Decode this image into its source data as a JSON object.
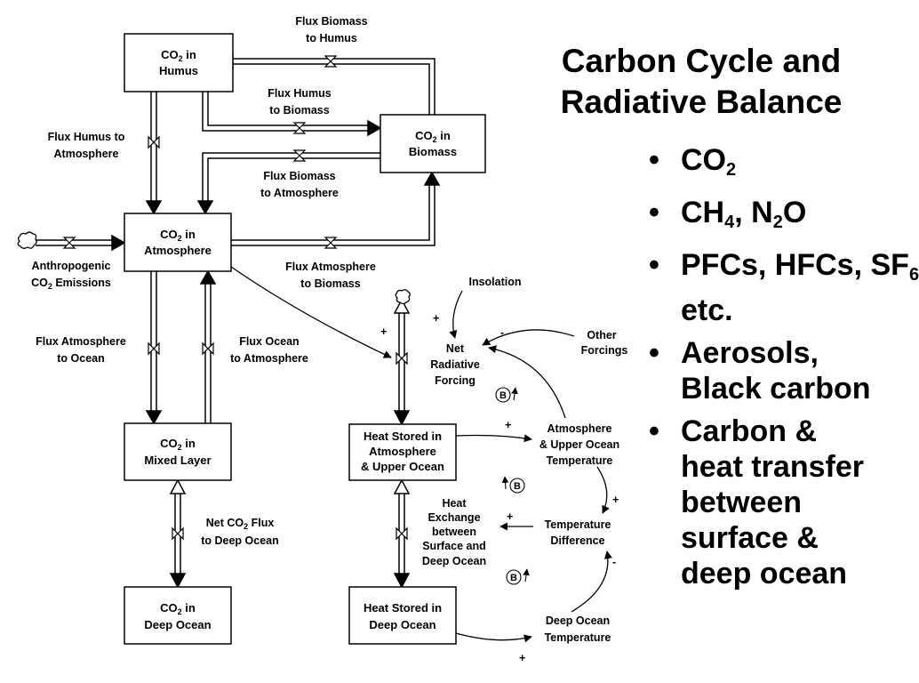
{
  "slide": {
    "title_line1": "Carbon Cycle and",
    "title_line2": "Radiative Balance",
    "bullet_char": "•",
    "bullets": [
      {
        "pre": "CO",
        "sub": "2"
      },
      {
        "pre": "CH",
        "sub": "4",
        "mid": ", N",
        "sub2": "2",
        "post": "O"
      },
      {
        "pre": "PFCs, HFCs, SF",
        "sub": "6",
        "line2": "etc."
      },
      {
        "line1": "Aerosols,",
        "line2": "Black carbon"
      },
      {
        "lines": [
          "Carbon &",
          "heat transfer",
          "between",
          "surface &",
          "deep ocean"
        ]
      }
    ]
  },
  "diagram": {
    "stocks": {
      "humus": {
        "l1": "CO",
        "l1sub": "2",
        "l1post": " in",
        "l2": "Humus"
      },
      "biomass": {
        "l1": "CO",
        "l1sub": "2",
        "l1post": " in",
        "l2": "Biomass"
      },
      "atmosphere": {
        "l1": "CO",
        "l1sub": "2",
        "l1post": " in",
        "l2": "Atmosphere"
      },
      "mixed": {
        "l1": "CO",
        "l1sub": "2",
        "l1post": " in",
        "l2": "Mixed Layer"
      },
      "deep": {
        "l1": "CO",
        "l1sub": "2",
        "l1post": " in",
        "l2": "Deep Ocean"
      },
      "heat_upper": {
        "l1": "Heat Stored in",
        "l2": "Atmosphere",
        "l3": "& Upper Ocean"
      },
      "heat_deep": {
        "l1": "Heat Stored in",
        "l2": "Deep Ocean"
      }
    },
    "flows": {
      "biomass_to_humus": {
        "l1": "Flux Biomass",
        "l2": "to Humus"
      },
      "humus_to_biomass": {
        "l1": "Flux Humus",
        "l2": "to Biomass"
      },
      "humus_to_atmosphere": {
        "l1": "Flux Humus to",
        "l2": "Atmosphere"
      },
      "biomass_to_atmosphere": {
        "l1": "Flux Biomass",
        "l2": "to Atmosphere"
      },
      "atmosphere_to_biomass": {
        "l1": "Flux Atmosphere",
        "l2": "to Biomass"
      },
      "anthropogenic": {
        "l1": "Anthropogenic",
        "l2": "CO",
        "l2sub": "2",
        "l2post": " Emissions"
      },
      "atmosphere_to_ocean": {
        "l1": "Flux Atmosphere",
        "l2": "to Ocean"
      },
      "ocean_to_atmosphere": {
        "l1": "Flux Ocean",
        "l2": "to Atmosphere"
      },
      "net_co2_flux": {
        "l1": "Net CO",
        "l1sub": "2",
        "l1post": " Flux",
        "l2": "to Deep Ocean"
      },
      "net_radiative_forcing": {
        "l1": "Net",
        "l2": "Radiative",
        "l3": "Forcing"
      },
      "heat_exchange": {
        "l1": "Heat",
        "l2": "Exchange",
        "l3": "between",
        "l4": "Surface and",
        "l5": "Deep Ocean"
      }
    },
    "auxiliaries": {
      "insolation": "Insolation",
      "other_forcings": {
        "l1": "Other",
        "l2": "Forcings"
      },
      "atm_temp": {
        "l1": "Atmosphere",
        "l2": "& Upper Ocean",
        "l3": "Temperature"
      },
      "temp_diff": {
        "l1": "Temperature",
        "l2": "Difference"
      },
      "deep_temp": {
        "l1": "Deep Ocean",
        "l2": "Temperature"
      }
    },
    "polarities": {
      "plus": "+",
      "minus": "-"
    },
    "loop_label": "B"
  }
}
